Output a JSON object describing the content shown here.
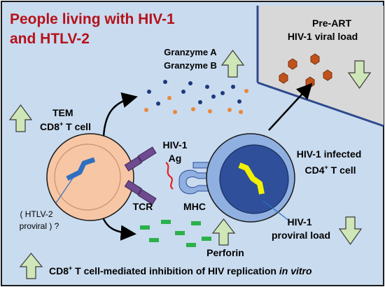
{
  "title": {
    "line1": "People living with HIV-1",
    "line2": "and HTLV-2"
  },
  "granzyme": {
    "a": "Granzyme A",
    "b": "Granzyme B"
  },
  "viral_load_box": {
    "line1": "Pre-ART",
    "line2": "HIV-1 viral load"
  },
  "tem": {
    "line1": "TEM",
    "line2_main": "CD8",
    "line2_sup": "+",
    "line2_rest": " T cell"
  },
  "hiv_ag": {
    "line1": "HIV-1",
    "line2": "Ag"
  },
  "infected": {
    "line1": "HIV-1 infected",
    "line2_main": "CD4",
    "line2_sup": "+",
    "line2_rest": " T cell"
  },
  "htlv": {
    "line1": "( HTLV-2",
    "line2": "proviral ) ?"
  },
  "tcr": "TCR",
  "mhc": "MHC",
  "proviral": {
    "line1": "HIV-1",
    "line2": "proviral load"
  },
  "perforin": "Perforin",
  "bottom": {
    "main": "CD8",
    "sup": "+",
    "rest": " T cell-mediated inhibition of HIV replication ",
    "italic": "in vitro"
  },
  "colors": {
    "background": "#c9dbef",
    "title": "#b5121b",
    "arrow_up_down": "#cfe6b8",
    "arrow_stroke": "#3a3a3a",
    "cd8_cell": "#f7c6a5",
    "cd4_cell": "#8fb0e0",
    "cd4_nucleus": "#2f4f9a",
    "tcr": "#6e4a8e",
    "htlv_strand": "#2f6fbf",
    "hiv_strand": "#f2f200",
    "granzyme_a": "#1f3a7a",
    "granzyme_b": "#e8893a",
    "perforin": "#2bb14a",
    "virion": "#c0531b"
  },
  "icons": [
    "up-arrow-icon",
    "down-arrow-icon",
    "virion-icon"
  ]
}
